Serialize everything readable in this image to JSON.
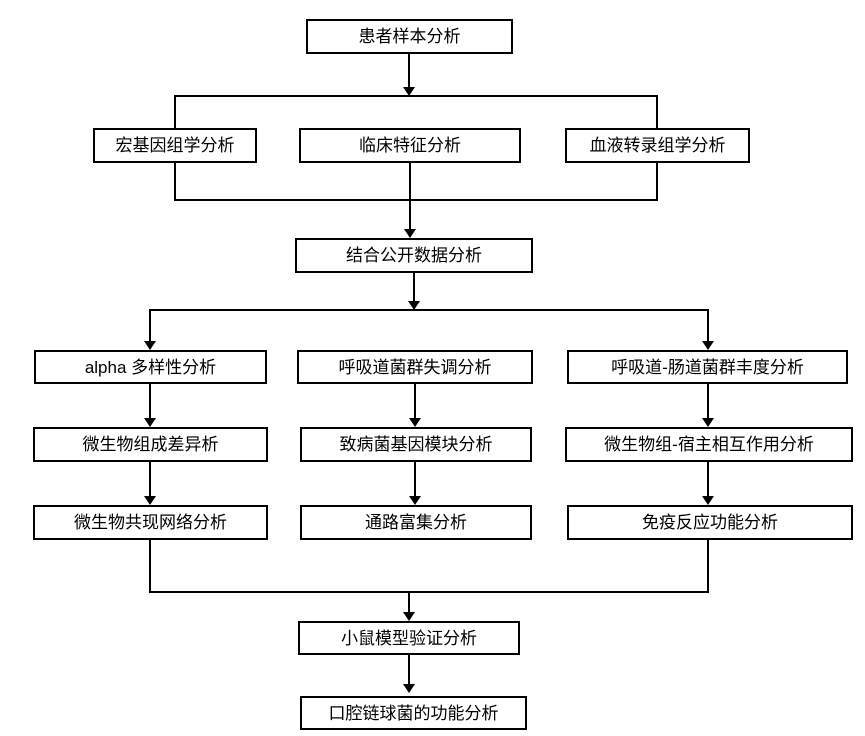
{
  "diagram": {
    "type": "flowchart",
    "line_color": "#000000",
    "box_background": "#ffffff",
    "nodes": {
      "patient_sample": {
        "label": "患者样本分析"
      },
      "metagenomics": {
        "label": "宏基因组学分析"
      },
      "clinical_features": {
        "label": "临床特征分析"
      },
      "blood_transcriptomics": {
        "label": "血液转录组学分析"
      },
      "public_data": {
        "label": "结合公开数据分析"
      },
      "alpha_diversity": {
        "label": "alpha 多样性分析"
      },
      "airway_dysbiosis": {
        "label": "呼吸道菌群失调分析"
      },
      "airway_gut_abundance": {
        "label": "呼吸道-肠道菌群丰度分析"
      },
      "microbial_composition": {
        "label": "微生物组成差异析"
      },
      "pathogen_gene_module": {
        "label": "致病菌基因模块分析"
      },
      "microbiome_host_interaction": {
        "label": "微生物组-宿主相互作用分析"
      },
      "cooccurrence_network": {
        "label": "微生物共现网络分析"
      },
      "pathway_enrichment": {
        "label": "通路富集分析"
      },
      "immune_response": {
        "label": "免疫反应功能分析"
      },
      "mouse_model": {
        "label": "小鼠模型验证分析"
      },
      "oral_streptococcus": {
        "label": "口腔链球菌的功能分析"
      }
    },
    "edges": [
      {
        "from": "patient_sample",
        "to": "metagenomics"
      },
      {
        "from": "patient_sample",
        "to": "clinical_features"
      },
      {
        "from": "patient_sample",
        "to": "blood_transcriptomics"
      },
      {
        "from": "metagenomics",
        "to": "public_data"
      },
      {
        "from": "clinical_features",
        "to": "public_data"
      },
      {
        "from": "blood_transcriptomics",
        "to": "public_data"
      },
      {
        "from": "public_data",
        "to": "alpha_diversity"
      },
      {
        "from": "public_data",
        "to": "airway_dysbiosis"
      },
      {
        "from": "public_data",
        "to": "airway_gut_abundance"
      },
      {
        "from": "alpha_diversity",
        "to": "microbial_composition"
      },
      {
        "from": "microbial_composition",
        "to": "cooccurrence_network"
      },
      {
        "from": "airway_dysbiosis",
        "to": "pathogen_gene_module"
      },
      {
        "from": "pathogen_gene_module",
        "to": "pathway_enrichment"
      },
      {
        "from": "airway_gut_abundance",
        "to": "microbiome_host_interaction"
      },
      {
        "from": "microbiome_host_interaction",
        "to": "immune_response"
      },
      {
        "from": "cooccurrence_network",
        "to": "mouse_model"
      },
      {
        "from": "pathway_enrichment",
        "to": "mouse_model"
      },
      {
        "from": "immune_response",
        "to": "mouse_model"
      },
      {
        "from": "mouse_model",
        "to": "oral_streptococcus"
      }
    ]
  }
}
